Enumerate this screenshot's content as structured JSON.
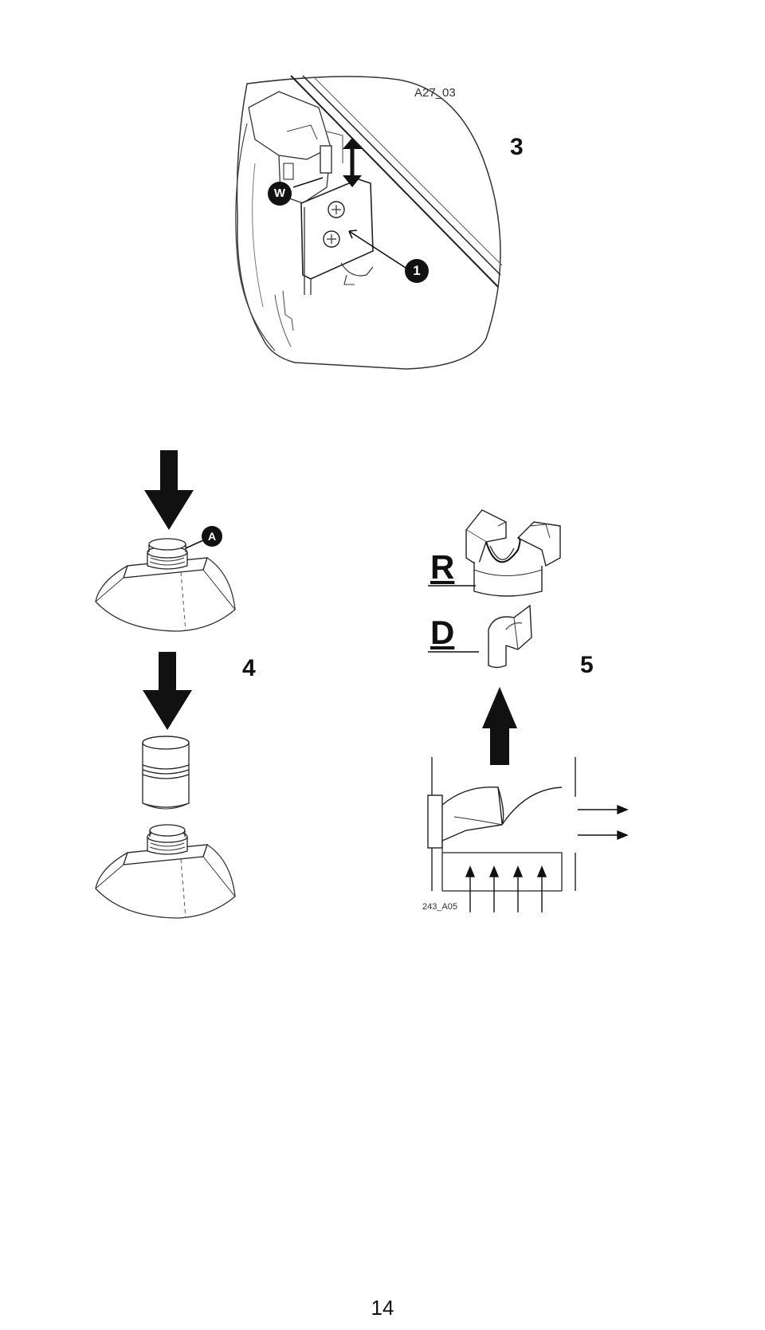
{
  "figure3": {
    "code": "A27_03",
    "step": "3",
    "callout_w": "W",
    "callout_1": "1"
  },
  "figure4": {
    "step": "4",
    "callout_a": "A"
  },
  "figure5": {
    "step": "5",
    "label_r": "R",
    "label_d": "D",
    "code": "243_A05"
  },
  "page": {
    "number": "14"
  },
  "colors": {
    "ink": "#111111",
    "background": "#ffffff"
  }
}
